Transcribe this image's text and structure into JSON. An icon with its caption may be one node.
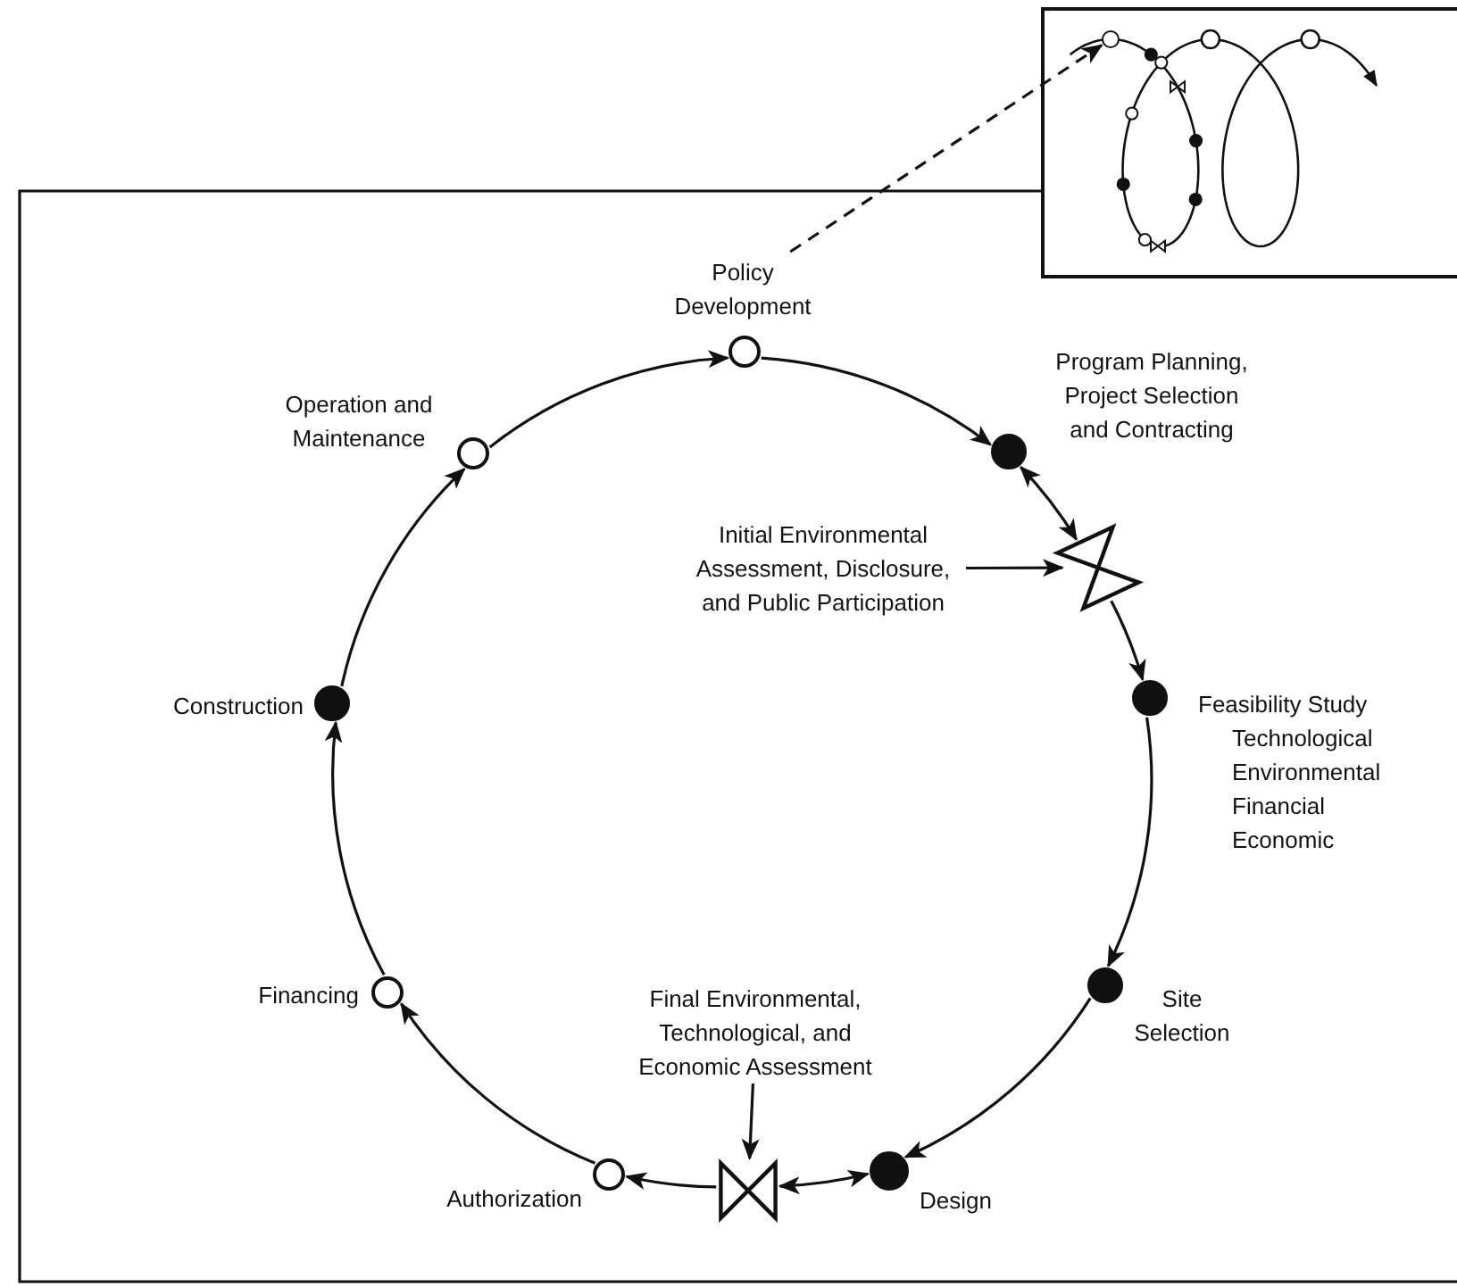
{
  "diagram": {
    "nodes": [
      {
        "text": [
          "Policy Development"
        ]
      },
      {
        "text": [
          "Program Planning, Project Selection and Contracting"
        ]
      },
      {
        "text": [
          "Initial Environmental Assessment, Disclosure, and Public Participation"
        ]
      },
      {
        "text": [],
        "shape": "bowtie"
      },
      {
        "text": [
          "Feasibility Study",
          "Technological",
          "Environmental",
          "Financial",
          "Economic"
        ]
      },
      {
        "text": [
          "Site Selection"
        ]
      },
      {
        "text": [
          "Design"
        ]
      },
      {
        "text": [
          "Final Environmental, Technological, and Economic Assessment"
        ]
      },
      {
        "text": [],
        "shape": "bowtie"
      },
      {
        "text": [
          "Authorization"
        ]
      },
      {
        "text": [
          "Financing"
        ]
      },
      {
        "text": [
          "Construction"
        ]
      },
      {
        "text": [
          "Operation and Maintenance"
        ]
      },
      {
        "text": [],
        "shape": "picture"
      },
      {
        "text": [],
        "shape": "circle",
        "in": 13
      }
    ],
    "edges": [
      {
        "from": 0,
        "to": 1,
        "arrow": "to"
      },
      {
        "from": 1,
        "to": 3,
        "arrow": "both"
      },
      {
        "from": 2,
        "to": 3,
        "arrow": "to"
      },
      {
        "from": 3,
        "to": 4,
        "arrow": "to"
      },
      {
        "from": 4,
        "to": 5,
        "arrow": "to"
      },
      {
        "from": 5,
        "to": 6,
        "arrow": "to"
      },
      {
        "from": 6,
        "to": 8,
        "arrow": "both"
      },
      {
        "from": 7,
        "to": 8,
        "arrow": "to"
      },
      {
        "from": 8,
        "to": 9,
        "arrow": "to"
      },
      {
        "from": 9,
        "to": 10,
        "arrow": "to"
      },
      {
        "from": 10,
        "to": 11,
        "arrow": "to"
      },
      {
        "from": 11,
        "to": 12,
        "arrow": "to"
      },
      {
        "from": 12,
        "to": 0,
        "arrow": "to"
      },
      {
        "from": 0,
        "to": 14,
        "arrow": "to",
        "style": "dashed"
      }
    ]
  }
}
